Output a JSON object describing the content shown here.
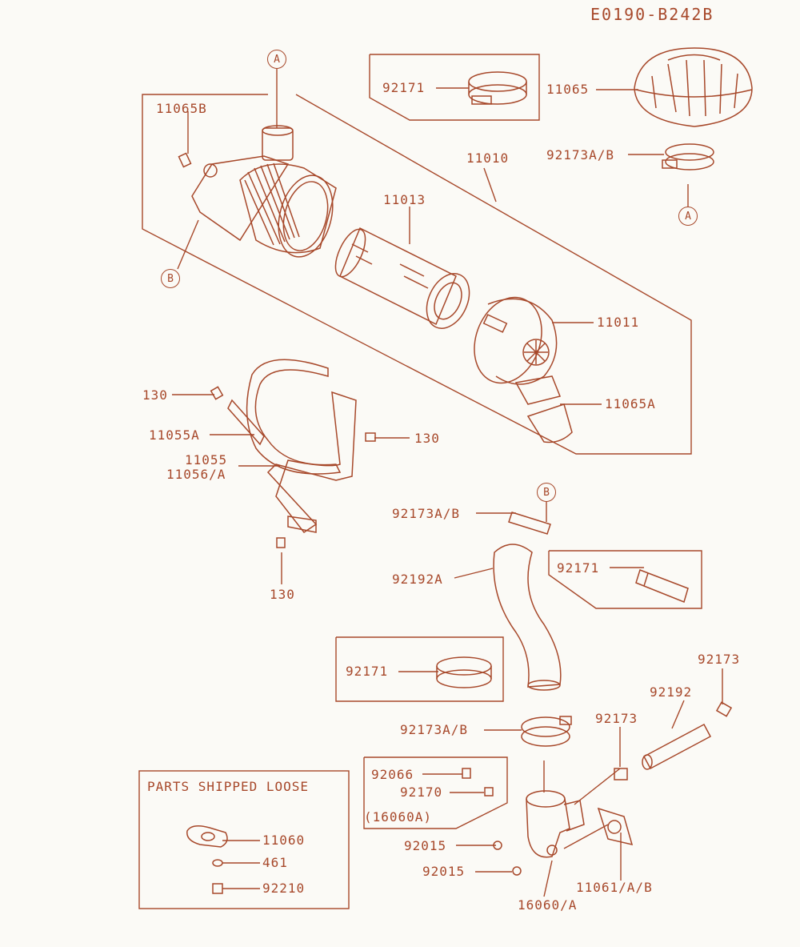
{
  "diagram_code": "E0190-B242B",
  "accent": "#a7482a",
  "parts": {
    "p11065B": "11065B",
    "p92171_top": "92171",
    "p11065": "11065",
    "p92173AB_top": "92173A/B",
    "p11010": "11010",
    "p11013": "11013",
    "p11011": "11011",
    "p11065A": "11065A",
    "p130_a": "130",
    "p11055A": "11055A",
    "p130_b": "130",
    "p11055": "11055",
    "p11056A": "11056/A",
    "p130_c": "130",
    "p92173AB_mid": "92173A/B",
    "p92192A": "92192A",
    "p92171_mid": "92171",
    "p92171_left": "92171",
    "p92173_right": "92173",
    "p92192": "92192",
    "p92173AB_low": "92173A/B",
    "p92173_low": "92173",
    "p92066": "92066",
    "p92170": "92170",
    "p16060A_paren": "(16060A)",
    "p92015_a": "92015",
    "p92015_b": "92015",
    "p11061AB": "11061/A/B",
    "p16060A": "16060/A",
    "p11060": "11060",
    "p461": "461",
    "p92210": "92210"
  },
  "loose_box": {
    "title": "PARTS SHIPPED LOOSE"
  },
  "refs": {
    "A": "A",
    "B": "B"
  }
}
